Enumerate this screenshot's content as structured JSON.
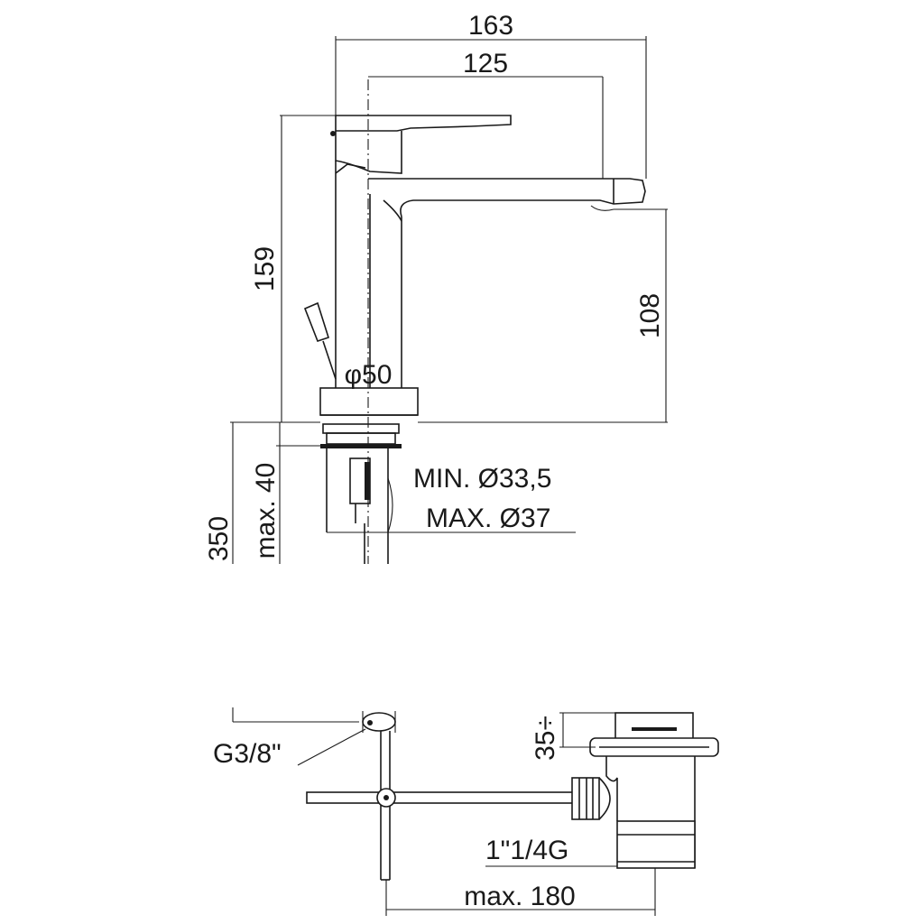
{
  "diagram": {
    "dimensions": {
      "overall_length": "163",
      "spout_length": "125",
      "height": "159",
      "spout_height": "108",
      "base_diameter": "φ50",
      "max_thickness": "max. 40",
      "hose_length": "350",
      "hole_min": "MIN. Ø33,5",
      "hole_max": "MAX. Ø37",
      "inlet_thread": "G3/8\"",
      "waste_height": "35÷",
      "waste_thread": "1\"1/4G",
      "rod_length": "max. 180"
    }
  }
}
